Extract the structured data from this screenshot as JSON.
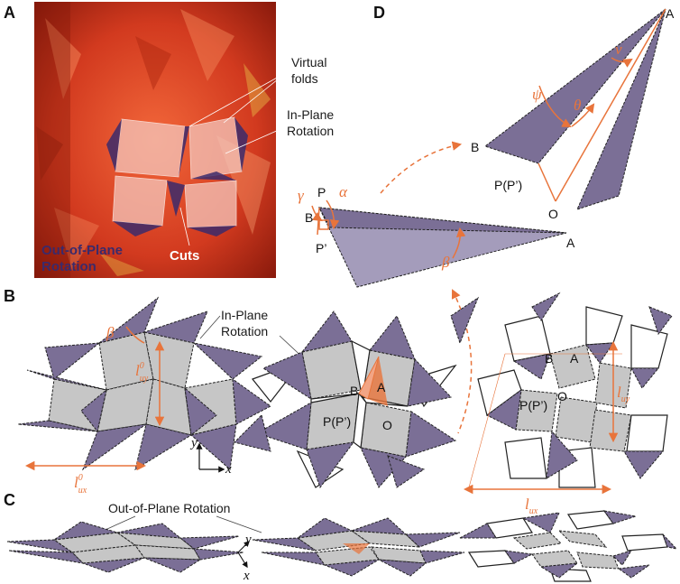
{
  "panels": {
    "a": {
      "letter": "A",
      "labels": {
        "virtual_folds_line1": "Virtual",
        "virtual_folds_line2": "folds",
        "in_plane_line1": "In-Plane",
        "in_plane_line2": "Rotation",
        "out_of_plane_line1": "Out-of-Plane",
        "out_of_plane_line2": "Rotation",
        "cuts": "Cuts"
      }
    },
    "b": {
      "letter": "B",
      "labels": {
        "in_plane_line1": "In-Plane",
        "in_plane_line2": "Rotation",
        "beta": "β",
        "l_uy0_base": "l",
        "l_uy0_sup": "0",
        "l_uy0_sub": "uy",
        "l_ux0_base": "l",
        "l_ux0_sup": "0",
        "l_ux0_sub": "ux",
        "axis_y": "y",
        "axis_x": "x",
        "point_b": "B",
        "point_a": "A",
        "point_o": "O",
        "point_p": "P(P’)",
        "point_b2": "B",
        "point_a2": "A",
        "point_o2": "O",
        "point_p2": "P(P’)",
        "l_uy_base": "l",
        "l_uy_sub": "uy",
        "l_ux_base": "l",
        "l_ux_sub": "ux"
      }
    },
    "c": {
      "letter": "C",
      "labels": {
        "out_of_plane": "Out-of-Plane Rotation",
        "axis_y": "y",
        "axis_x": "x"
      }
    },
    "d": {
      "letter": "D",
      "labels": {
        "point_a_top": "A",
        "point_b_top": "B",
        "point_p_top": "P(P’)",
        "point_o_top": "O",
        "nu": "ν",
        "psi": "ψ",
        "theta": "θ",
        "gamma": "γ",
        "alpha": "α",
        "beta": "β",
        "point_p": "P",
        "point_b": "B",
        "point_p_prime": "P’",
        "point_a": "A"
      }
    }
  },
  "colors": {
    "tile_dark": "#7b6f96",
    "tile_light": "#a49cbb",
    "quad_grey": "#c6c6c6",
    "accent_orange": "#e8743b",
    "photo_red": "#d23a1f"
  }
}
